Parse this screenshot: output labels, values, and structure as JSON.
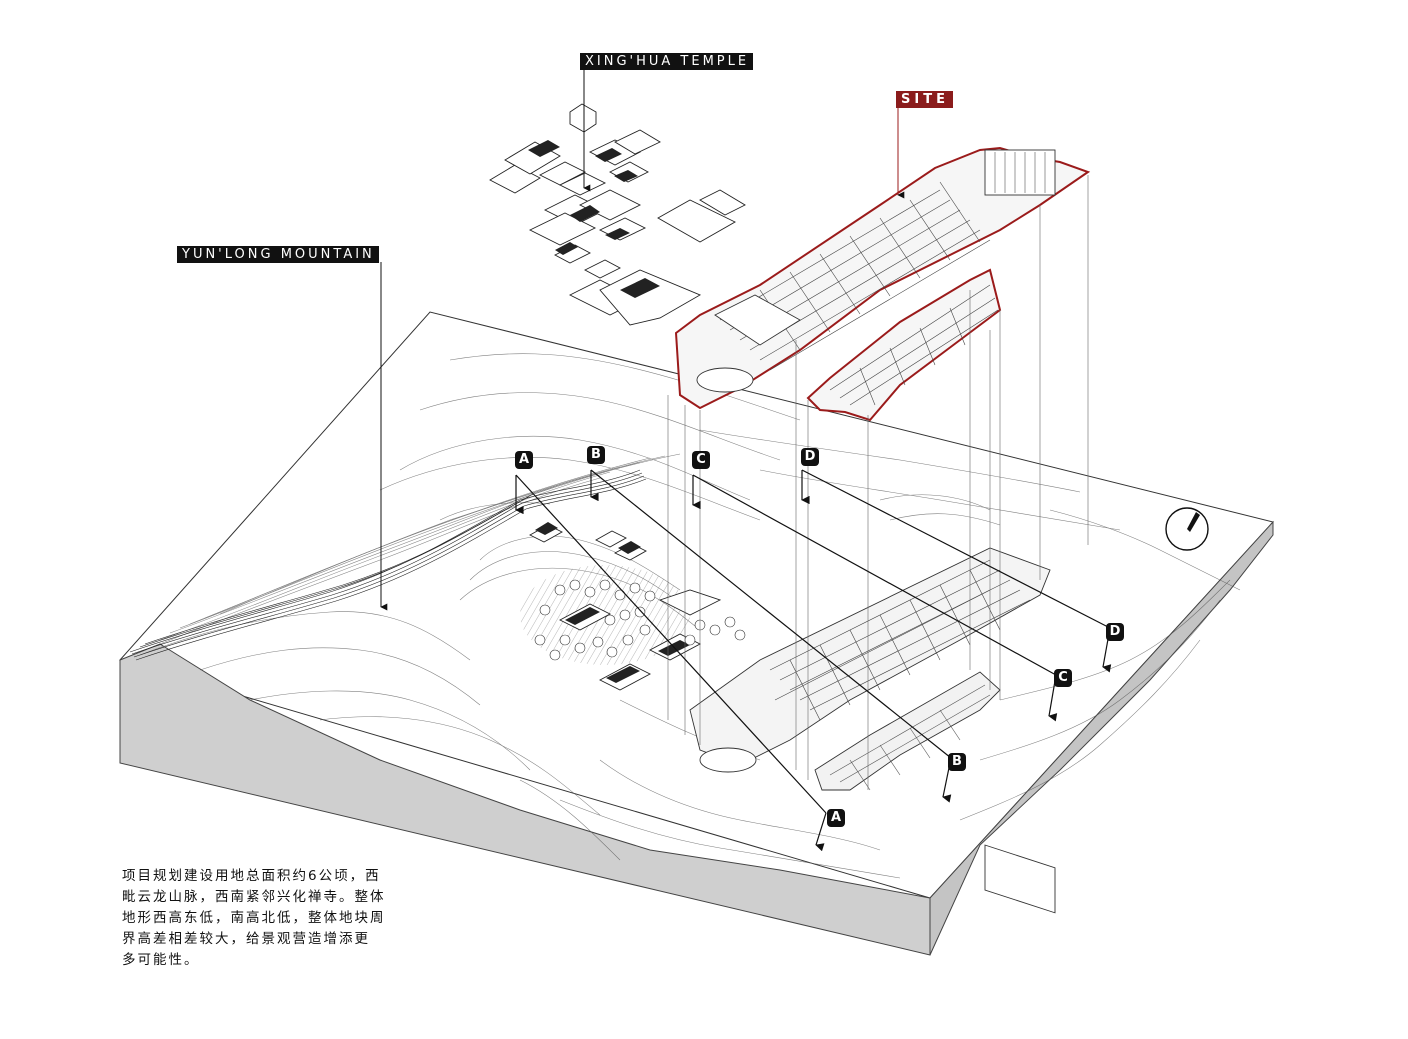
{
  "labels": {
    "temple": "XING'HUA TEMPLE",
    "site": "SITE",
    "mountain": "YUN'LONG MOUNTAIN"
  },
  "sections": {
    "a_top": "A",
    "b_top": "B",
    "c_top": "C",
    "d_top": "D",
    "a_bottom": "A",
    "b_bottom": "B",
    "c_bottom": "C",
    "d_bottom": "D"
  },
  "description": {
    "lines": [
      "项目规划建设用地总面积约6公顷，西",
      "毗云龙山脉，西南紧邻兴化禅寺。整体",
      "地形西高东低，南高北低，整体地块周",
      "界高差相差较大，给景观营造增添更",
      "多可能性。"
    ]
  },
  "colors": {
    "site_outline": "#9b1b1b",
    "tag_black": "#111111",
    "tag_site": "#8b1c1c",
    "terrain_side": "#cfcfcf",
    "line": "#222222"
  },
  "icons": {
    "north": "compass-north-icon"
  }
}
